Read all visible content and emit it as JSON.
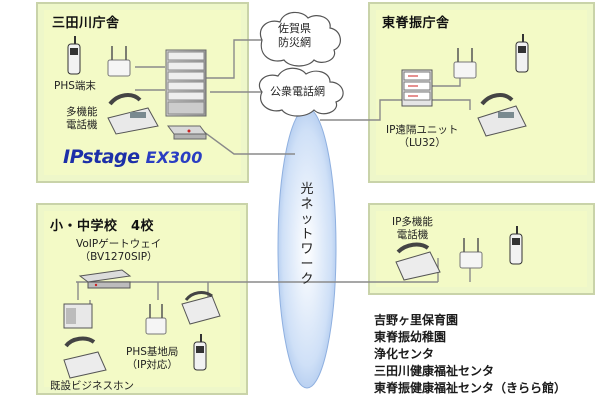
{
  "panels": {
    "mitagawa": {
      "title": "三田川庁舎"
    },
    "higashisefuri": {
      "title": "東脊振庁舎"
    },
    "schools": {
      "title": "小・中学校　4校"
    }
  },
  "clouds": {
    "disaster": [
      "佐賀県",
      "防災網"
    ],
    "public": "公衆電話網"
  },
  "network": {
    "label": "光ネットワーク"
  },
  "logo": {
    "main": "IPstage",
    "model": "EX300"
  },
  "labels": {
    "phs_terminal": "PHS端末",
    "multi_phone": [
      "多機能",
      "電話機"
    ],
    "ip_remote_unit": [
      "IP遠隔ユニット",
      "（LU32）"
    ],
    "voip_gateway": [
      "VoIPゲートウェイ",
      "（BV1270SIP）"
    ],
    "phs_base": [
      "PHS基地局",
      "（IP対応）"
    ],
    "existing_phone": "既設ビジネスホン",
    "ip_multi_phone": [
      "IP多機能",
      "電話機"
    ]
  },
  "facilities": [
    "吉野ヶ里保育園",
    "東脊振幼稚園",
    "浄化センタ",
    "三田川健康福祉センタ",
    "東脊振健康福祉センタ（きらら館）"
  ]
}
